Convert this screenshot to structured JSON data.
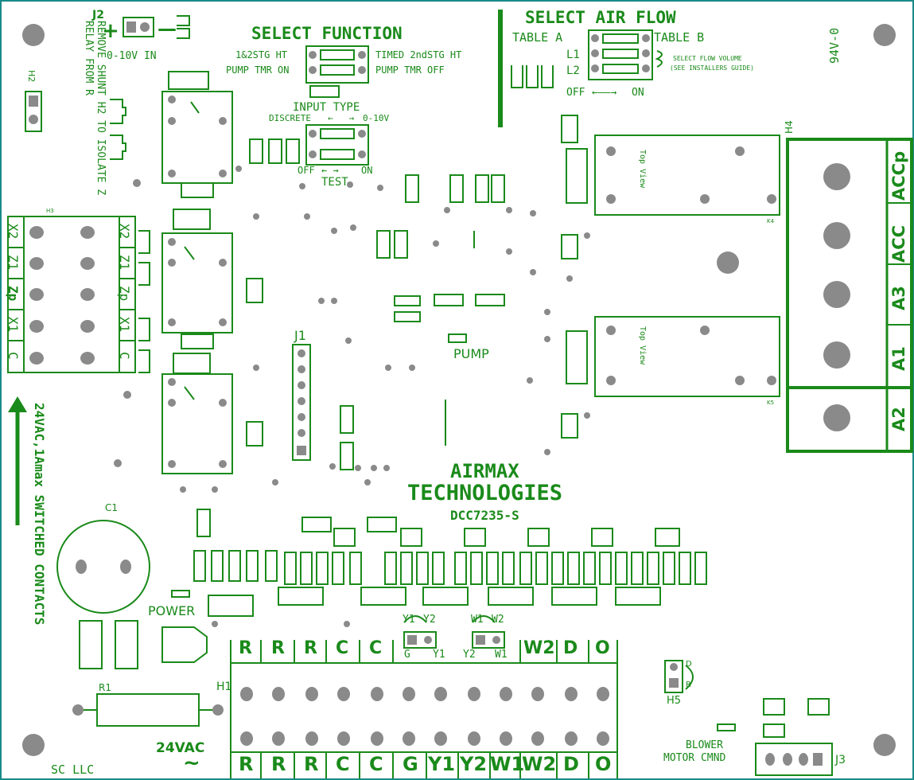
{
  "colors": {
    "silk": "#1a8a1a",
    "hole": "#8a8a8a",
    "edge": "#1a8a8a"
  },
  "jumpers": {
    "j2": {
      "ref": "J2",
      "plus": "+",
      "minus": "—",
      "label": "0-10V IN"
    },
    "h2": {
      "ref": "H2",
      "note": "REMOVE SHUNT H2 TO ISOLATE Z RELAY FROM R"
    },
    "h5": {
      "ref": "H5",
      "d": "D",
      "r": "R"
    },
    "h6": {
      "left": "Y1",
      "right": "Y2"
    },
    "h7": {
      "left": "W1",
      "right": "W2"
    }
  },
  "select_function": {
    "title": "SELECT FUNCTION",
    "row1_left": "1&2STG HT",
    "row1_right": "TIMED 2ndSTG HT",
    "row2_left": "PUMP TMR ON",
    "row2_right": "PUMP TMR OFF"
  },
  "input_type": {
    "title": "INPUT TYPE",
    "left": "DISCRETE",
    "right": "0-10V"
  },
  "test_switch": {
    "left": "OFF",
    "right": "ON",
    "label": "TEST"
  },
  "select_air_flow": {
    "title": "SELECT AIR FLOW",
    "table_a": "TABLE A",
    "table_b": "TABLE B",
    "l1": "L1",
    "l2": "L2",
    "flow_note_1": "SELECT FLOW VOLUME",
    "flow_note_2": "(SEE INSTALLERS GUIDE)",
    "off": "OFF",
    "on": "ON"
  },
  "rating": "94V-0",
  "h3": {
    "ref": "H3",
    "pins": [
      "X2",
      "Z1",
      "Zp",
      "X1",
      "C"
    ]
  },
  "j1": {
    "ref": "J1"
  },
  "h4": {
    "ref": "H4",
    "pins": [
      "ACCp",
      "ACC",
      "A3",
      "A1",
      "A2"
    ]
  },
  "relays": {
    "k4": "K4",
    "k5": "K5",
    "top_view": "Top View"
  },
  "pump_led": "PUMP",
  "company": {
    "line1": "AIRMAX",
    "line2": "TECHNOLOGIES",
    "model": "DCC7235-S"
  },
  "side_note": "24VAC,1Amax SWITCHED CONTACTS",
  "power_led": "POWER",
  "c1": "C1",
  "h1": {
    "ref": "H1",
    "top_labels": [
      "R",
      "R",
      "R",
      "C",
      "C",
      "G",
      "Y1",
      "Y2",
      "W1",
      "W2",
      "D",
      "O"
    ],
    "bottom_labels": [
      "R",
      "R",
      "R",
      "C",
      "C",
      "G",
      "Y1",
      "Y2",
      "W1",
      "W2",
      "D",
      "O"
    ]
  },
  "r1": "R1",
  "supply": {
    "text": "24VAC",
    "symbol": "~"
  },
  "maker": "SC LLC",
  "j3": {
    "ref": "J3",
    "label_1": "BLOWER",
    "label_2": "MOTOR CMND"
  }
}
